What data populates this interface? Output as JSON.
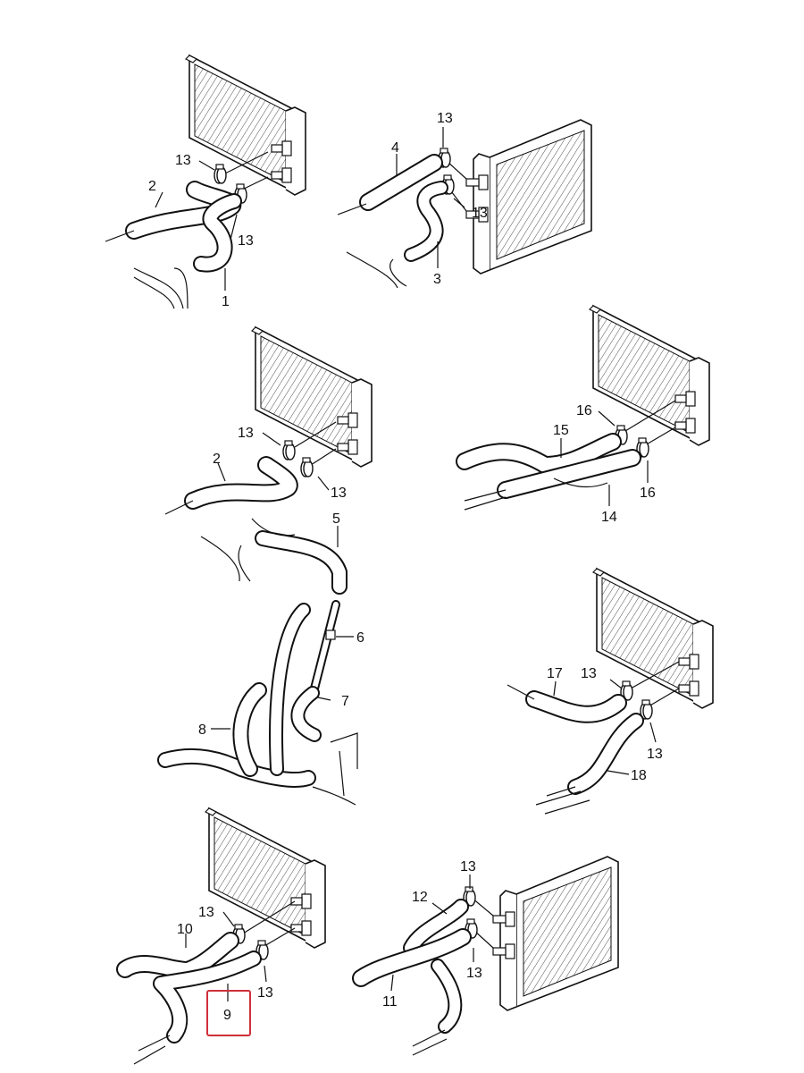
{
  "diagram": {
    "callouts": [
      {
        "id": "c1-13a",
        "text": "13"
      },
      {
        "id": "c1-2",
        "text": "2"
      },
      {
        "id": "c1-13b",
        "text": "13"
      },
      {
        "id": "c1-1",
        "text": "1"
      },
      {
        "id": "c2-13a",
        "text": "13"
      },
      {
        "id": "c2-4",
        "text": "4"
      },
      {
        "id": "c2-13b",
        "text": "13"
      },
      {
        "id": "c2-3",
        "text": "3"
      },
      {
        "id": "c3-13a",
        "text": "13"
      },
      {
        "id": "c3-2",
        "text": "2"
      },
      {
        "id": "c3-13b",
        "text": "13"
      },
      {
        "id": "c3-5",
        "text": "5"
      },
      {
        "id": "c3-6",
        "text": "6"
      },
      {
        "id": "c3-7",
        "text": "7"
      },
      {
        "id": "c3-8",
        "text": "8"
      },
      {
        "id": "c4-16a",
        "text": "16"
      },
      {
        "id": "c4-15",
        "text": "15"
      },
      {
        "id": "c4-16b",
        "text": "16"
      },
      {
        "id": "c4-14",
        "text": "14"
      },
      {
        "id": "c5-17",
        "text": "17"
      },
      {
        "id": "c5-13a",
        "text": "13"
      },
      {
        "id": "c5-13b",
        "text": "13"
      },
      {
        "id": "c5-18",
        "text": "18"
      },
      {
        "id": "c6-13a",
        "text": "13"
      },
      {
        "id": "c6-10",
        "text": "10"
      },
      {
        "id": "c6-13b",
        "text": "13"
      },
      {
        "id": "c6-9",
        "text": "9"
      },
      {
        "id": "c7-13a",
        "text": "13"
      },
      {
        "id": "c7-12",
        "text": "12"
      },
      {
        "id": "c7-13b",
        "text": "13"
      },
      {
        "id": "c7-11",
        "text": "11"
      }
    ],
    "highlight_color": "#cf2f3a"
  }
}
